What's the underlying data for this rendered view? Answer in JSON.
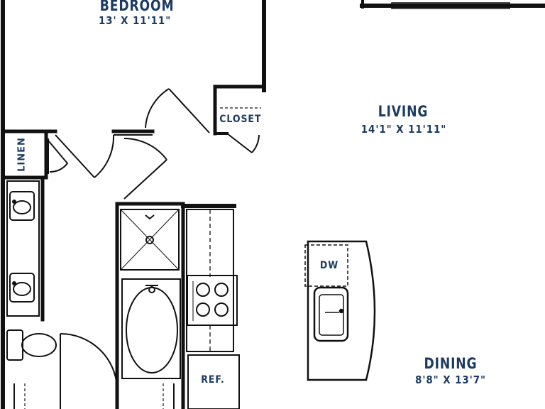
{
  "rooms": {
    "bedroom": {
      "name": "BEDROOM",
      "dims": "13' X 11'11\""
    },
    "living": {
      "name": "LIVING",
      "dims": "14'1\" X 11'11\""
    },
    "dining": {
      "name": "DINING",
      "dims": "8'8\" X 13'7\""
    }
  },
  "fixtures": {
    "closet": "CLOSET",
    "linen": "LINEN",
    "dw": "DW",
    "ref": "REF."
  },
  "colors": {
    "wall": "#111111",
    "label": "#1c3b63",
    "fixture_fill": "#e6e6e6"
  }
}
